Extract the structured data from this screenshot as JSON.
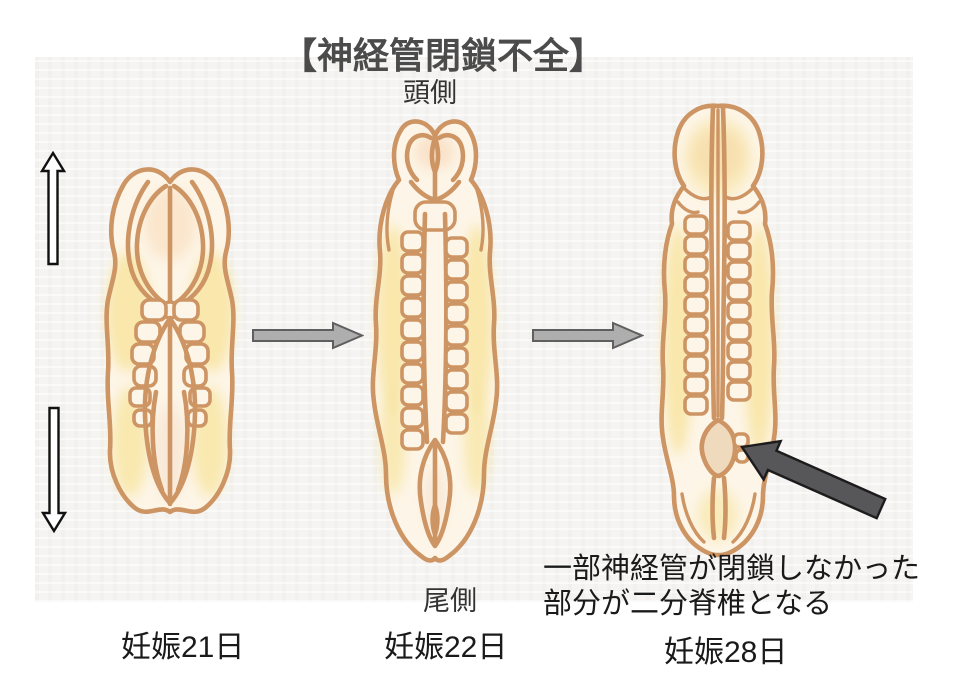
{
  "title": "【神経管閉鎖不全】",
  "orientation_labels": {
    "head": "頭側",
    "tail": "尾側"
  },
  "stages": [
    {
      "label": "妊娠21日",
      "illustration": "embryo-day-21-neural-folds-open"
    },
    {
      "label": "妊娠22日",
      "illustration": "embryo-day-22-tube-closing"
    },
    {
      "label": "妊娠28日",
      "illustration": "embryo-day-28-with-open-defect"
    }
  ],
  "annotation": {
    "line1": "一部神経管が閉鎖しなかった",
    "line2": "部分が二分脊椎となる"
  },
  "arrows": {
    "axis": [
      "up-arrow",
      "down-arrow"
    ],
    "progression": [
      "right-arrow",
      "right-arrow"
    ],
    "defect_pointer": "diagonal-arrow-pointing-to-defect"
  },
  "colors": {
    "paper": "#f5f4f2",
    "title_text": "#4b4b4b",
    "body_text": "#1a1a1a",
    "embryo_outline": "#cd9464",
    "embryo_fill": "#fdf5e7",
    "embryo_yellow": "#f7e49c",
    "embryo_blush": "#f6cda6",
    "defect_fill": "#f0dabe",
    "progress_arrow": "#aeaeae",
    "pointer_arrow": "#57575a"
  }
}
